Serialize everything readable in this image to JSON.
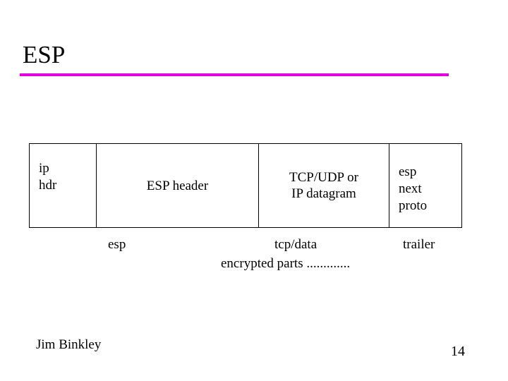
{
  "slide": {
    "title": "ESP",
    "rule_color": "#e000e0",
    "diagram": {
      "cells": [
        {
          "name": "ip-header",
          "lines": [
            "ip",
            "hdr"
          ]
        },
        {
          "name": "esp-header",
          "lines": [
            "ESP header"
          ]
        },
        {
          "name": "payload",
          "lines": [
            "TCP/UDP or",
            "IP datagram"
          ]
        },
        {
          "name": "esp-trailer",
          "lines": [
            "esp",
            "next",
            "proto"
          ]
        }
      ]
    },
    "labels": {
      "esp": "esp",
      "tcp_data": "tcp/data",
      "trailer": "trailer",
      "encrypted": "encrypted parts ............."
    },
    "footer": {
      "author": "Jim Binkley",
      "page_number": "14"
    }
  }
}
